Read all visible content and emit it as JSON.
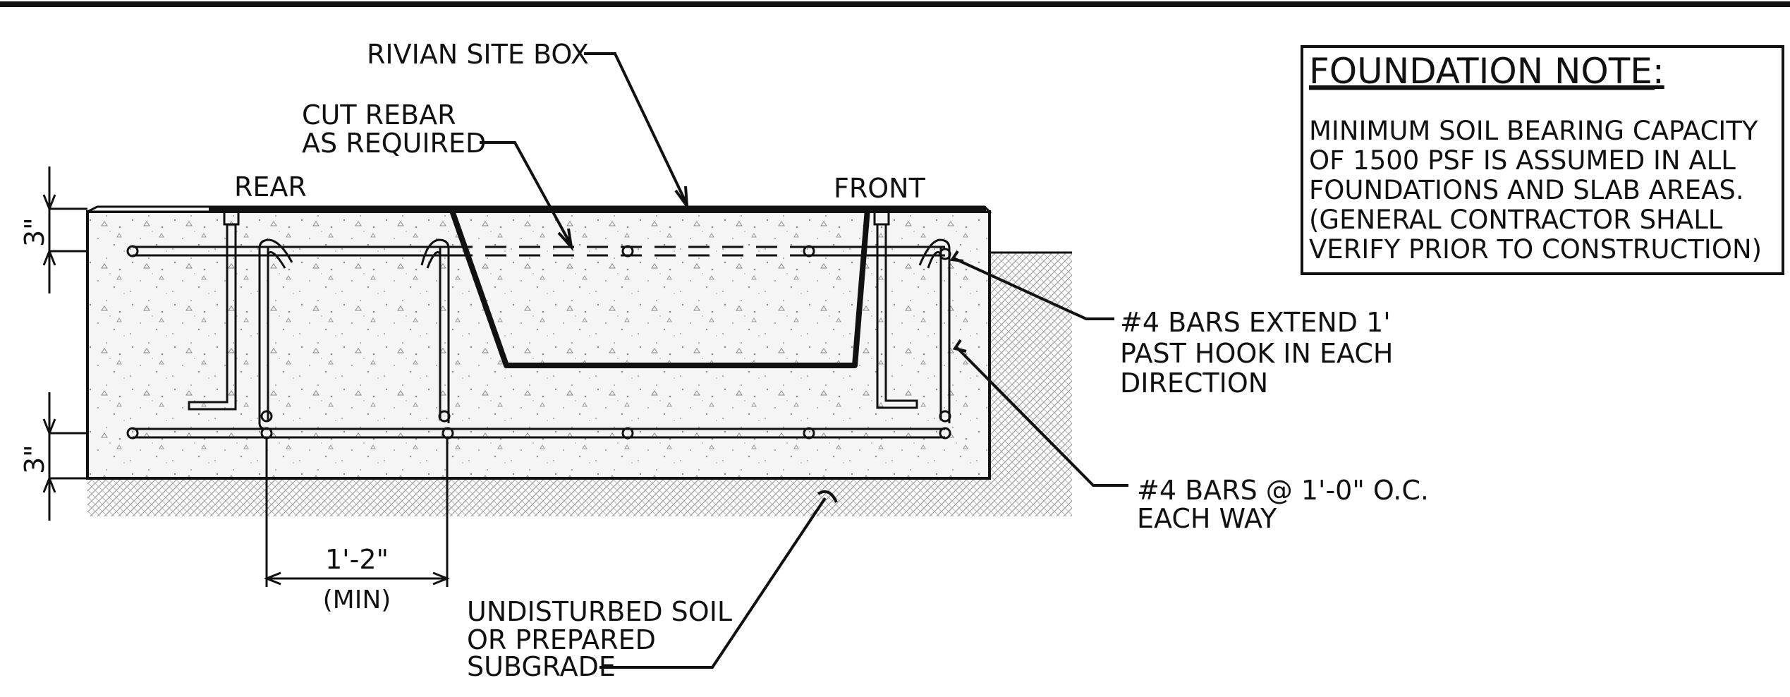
{
  "labels": {
    "site_box": "RIVIAN SITE BOX",
    "cut_rebar_1": "CUT REBAR",
    "cut_rebar_2": "AS REQUIRED",
    "rear": "REAR",
    "front": "FRONT",
    "dim_top": "3\"",
    "dim_bottom": "3\"",
    "dim_spacing": "1'-2\"",
    "dim_spacing_note": "(MIN)",
    "bars_extend_1": "#4 BARS EXTEND 1'",
    "bars_extend_2": "PAST HOOK IN EACH",
    "bars_extend_3": "DIRECTION",
    "bars_oc_1": "#4 BARS @ 1'-0\" O.C.",
    "bars_oc_2": "EACH WAY",
    "soil_1": "UNDISTURBED SOIL",
    "soil_2": "OR PREPARED",
    "soil_3": "SUBGRADE"
  },
  "note": {
    "title": "FOUNDATION NOTE:",
    "lines": [
      "MINIMUM SOIL BEARING CAPACITY",
      "OF 1500 PSF IS ASSUMED IN ALL",
      "FOUNDATIONS AND SLAB AREAS.",
      "(GENERAL CONTRACTOR SHALL",
      "VERIFY PRIOR TO CONSTRUCTION)"
    ]
  },
  "colors": {
    "line": "#111111",
    "concrete": "#f4f4f4",
    "soil_hatch": "#9a9a9a"
  }
}
